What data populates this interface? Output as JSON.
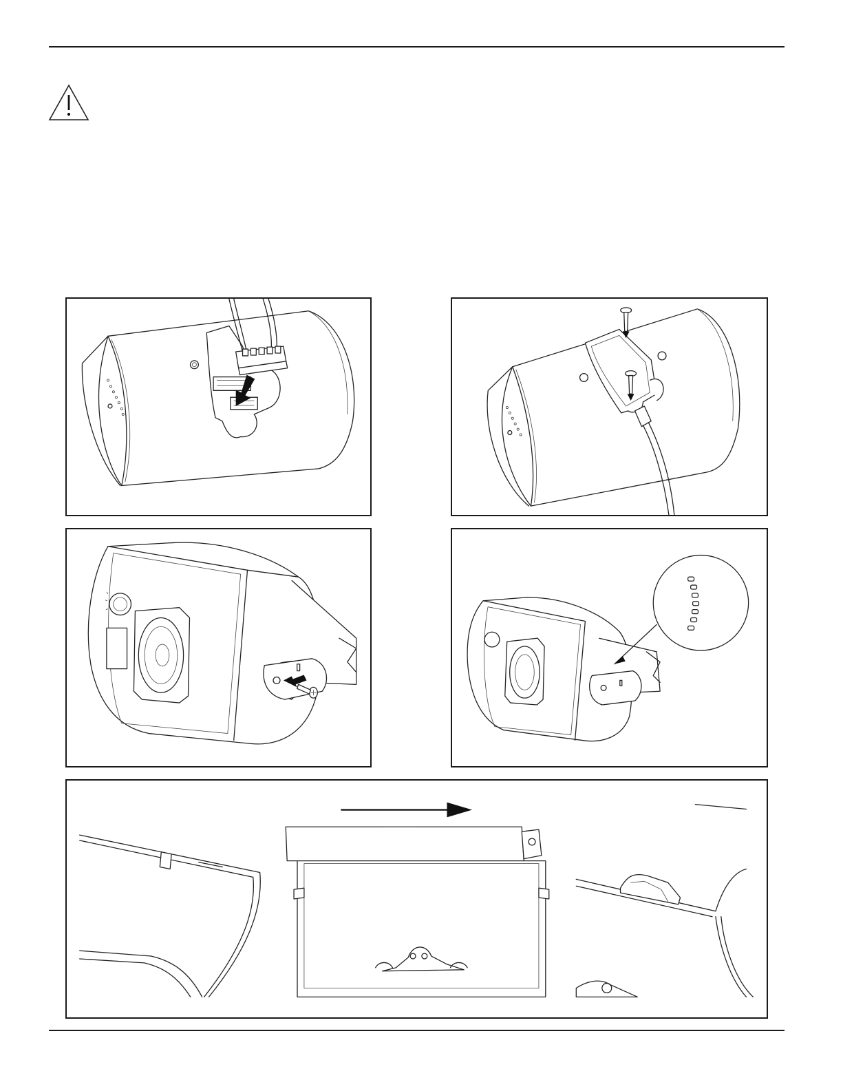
{
  "page": {
    "header_rule": true,
    "footer_rule": true,
    "warning_icon": "warning-triangle-icon"
  },
  "figures": [
    {
      "id": "p1",
      "depicts": "connector-plug-insertion",
      "icon": "arrow-down-icon"
    },
    {
      "id": "p2",
      "depicts": "terminal-cover-screws",
      "icon": "screw-icon"
    },
    {
      "id": "p3",
      "depicts": "bracket-screw-attachment",
      "icon": "screw-icon"
    },
    {
      "id": "p4",
      "depicts": "bracket-hole-detail",
      "icon": "magnifier-callout-icon"
    },
    {
      "id": "p5",
      "depicts": "grille-slide-on",
      "icon": "arrow-right-icon"
    }
  ],
  "colors": {
    "ink": "#1a1a1a",
    "paper": "#ffffff"
  }
}
